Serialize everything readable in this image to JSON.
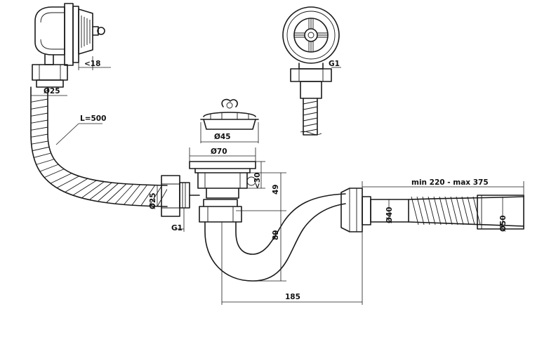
{
  "labels": {
    "overflow_gap": "<18",
    "overflow_hose_dia": "Ø25",
    "hose_length": "L=500",
    "inlet_hose_dia": "Ø25",
    "inlet_thread": "G1",
    "strainer_thread": "G1",
    "plug_dia": "Ø45",
    "flange_dia": "Ø70",
    "flange_height": "<30",
    "trap_height_49": "49",
    "trap_height_89": "89",
    "trap_width": "185",
    "outlet_length": "min 220 - max 375",
    "outlet_dia_40": "Ø40",
    "outlet_dia_50": "Ø50"
  },
  "colors": {
    "line": "#1a1a1a",
    "background": "#ffffff"
  }
}
